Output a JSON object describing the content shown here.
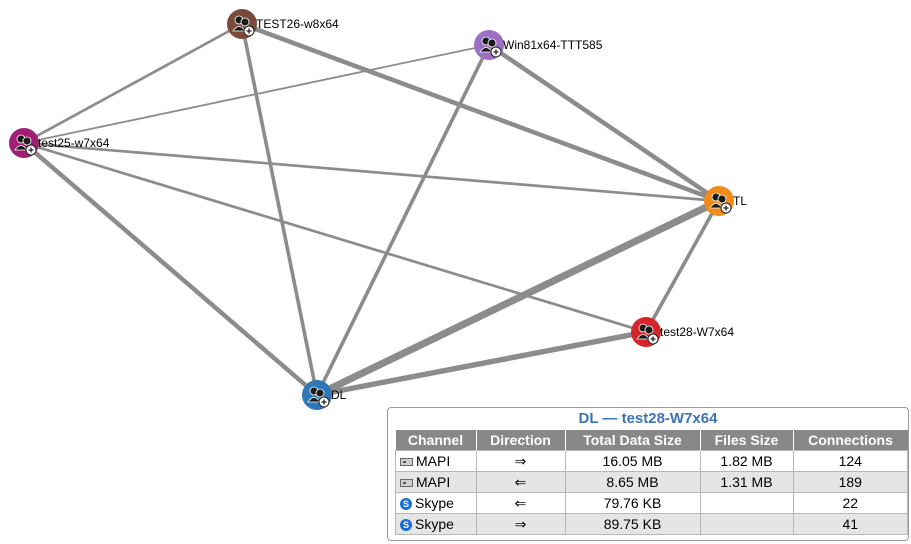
{
  "nodes": [
    {
      "id": "test26",
      "label": "TEST26-w8x64",
      "color": "#7a4a3a"
    },
    {
      "id": "win81",
      "label": "Win81x64-TTT585",
      "color": "#9b6fc4"
    },
    {
      "id": "test25",
      "label": "test25-w7x64",
      "color": "#9e1f73"
    },
    {
      "id": "tl",
      "label": "TL",
      "color": "#f18c1a"
    },
    {
      "id": "test28",
      "label": "test28-W7x64",
      "color": "#d7262b"
    },
    {
      "id": "dl",
      "label": "DL",
      "color": "#2f78b8"
    }
  ],
  "edges": [
    {
      "from": "test26",
      "to": "tl",
      "weight": 5
    },
    {
      "from": "test26",
      "to": "dl",
      "weight": 4
    },
    {
      "from": "test26",
      "to": "test25",
      "weight": 3
    },
    {
      "from": "test25",
      "to": "win81",
      "weight": 2
    },
    {
      "from": "test25",
      "to": "tl",
      "weight": 3
    },
    {
      "from": "test25",
      "to": "test28",
      "weight": 3
    },
    {
      "from": "test25",
      "to": "dl",
      "weight": 5
    },
    {
      "from": "win81",
      "to": "tl",
      "weight": 5
    },
    {
      "from": "win81",
      "to": "dl",
      "weight": 4
    },
    {
      "from": "tl",
      "to": "test28",
      "weight": 4
    },
    {
      "from": "tl",
      "to": "dl",
      "weight": 8
    },
    {
      "from": "test28",
      "to": "dl",
      "weight": 6
    }
  ],
  "panel": {
    "title": "DL — test28-W7x64",
    "headers": [
      "Channel",
      "Direction",
      "Total Data Size",
      "Files Size",
      "Connections"
    ],
    "rows": [
      {
        "channel": "MAPI",
        "icon": "mapi-icon",
        "direction": "⇒",
        "total": "16.05 MB",
        "files": "1.82 MB",
        "connections": "124"
      },
      {
        "channel": "MAPI",
        "icon": "mapi-icon",
        "direction": "⇐",
        "total": "8.65 MB",
        "files": "1.31 MB",
        "connections": "189"
      },
      {
        "channel": "Skype",
        "icon": "skype-icon",
        "direction": "⇐",
        "total": "79.76 KB",
        "files": "",
        "connections": "22"
      },
      {
        "channel": "Skype",
        "icon": "skype-icon",
        "direction": "⇒",
        "total": "89.75 KB",
        "files": "",
        "connections": "41"
      }
    ]
  }
}
